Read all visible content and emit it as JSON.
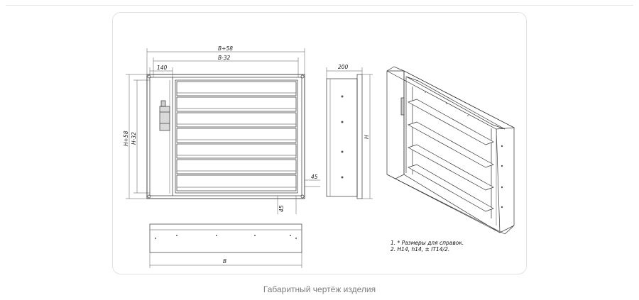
{
  "drawing": {
    "dim_b58": "B+58",
    "dim_b32": "B-32",
    "dim_140": "140",
    "dim_h58": "H+58",
    "dim_h32": "H-32",
    "dim_200": "200",
    "dim_h": "H",
    "dim_45_side": "45",
    "dim_45_bottom": "45",
    "dim_b": "B",
    "note_1": "1. * Размеры для справок.",
    "note_2": "2. H14, h14,   ± IT14/2."
  },
  "caption": "Габаритный чертёж изделия"
}
